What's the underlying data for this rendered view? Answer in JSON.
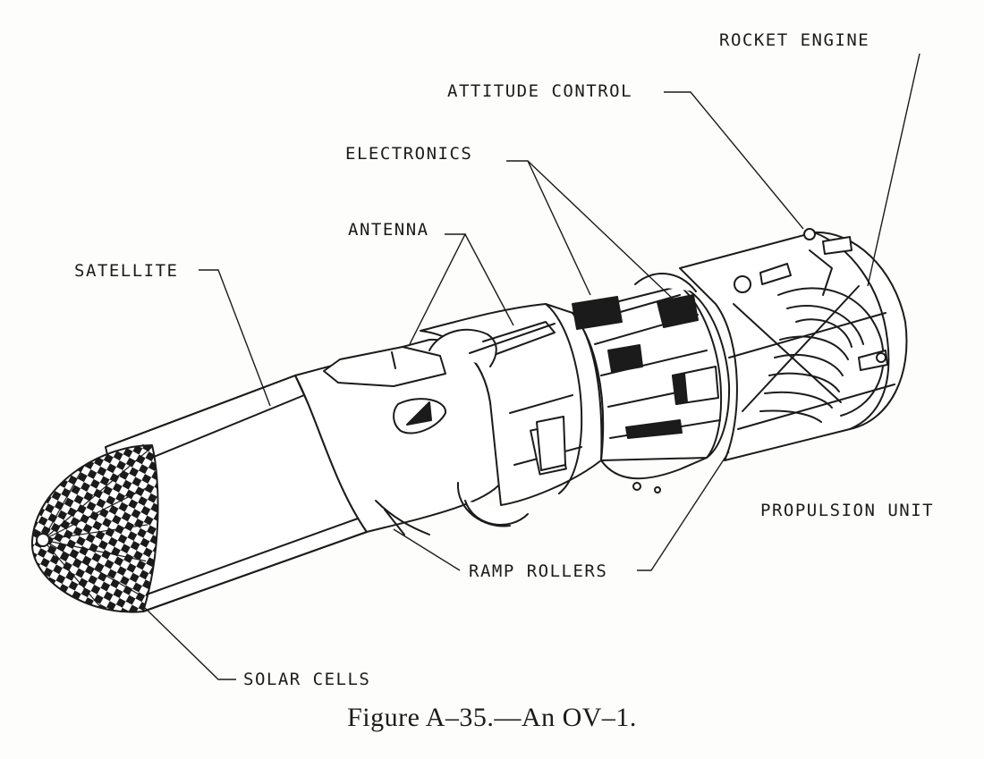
{
  "labels": {
    "rocket_engine": "ROCKET ENGINE",
    "attitude_control": "ATTITUDE CONTROL",
    "electronics": "ELECTRONICS",
    "antenna": "ANTENNA",
    "satellite": "SATELLITE",
    "propulsion_unit": "PROPULSION UNIT",
    "ramp_rollers": "RAMP ROLLERS",
    "solar_cells": "SOLAR CELLS"
  },
  "caption": "Figure A–35.—An OV–1.",
  "colors": {
    "ink": "#1b1b1b",
    "paper": "#fdfdfb"
  }
}
